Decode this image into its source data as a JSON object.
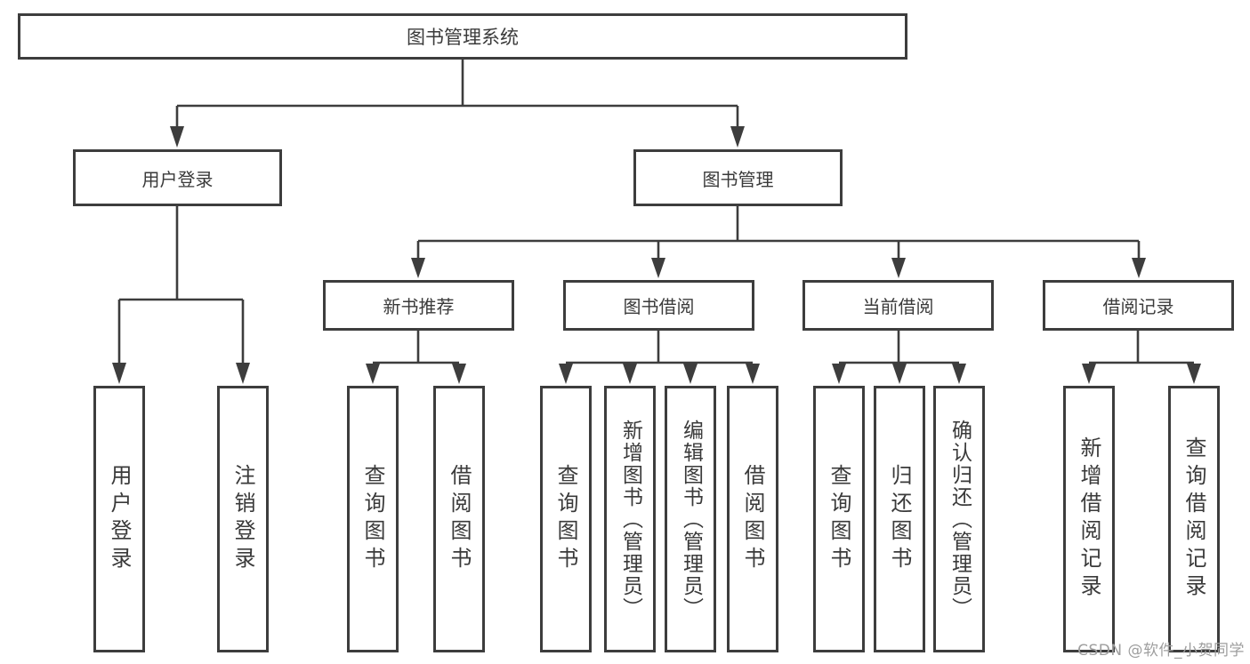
{
  "diagram": {
    "root": {
      "label": "图书管理系统",
      "children": [
        {
          "label": "用户登录",
          "children": [
            {
              "label": "用户登录"
            },
            {
              "label": "注销登录"
            }
          ]
        },
        {
          "label": "图书管理",
          "children": [
            {
              "label": "新书推荐",
              "children": [
                {
                  "label": "查询图书"
                },
                {
                  "label": "借阅图书"
                }
              ]
            },
            {
              "label": "图书借阅",
              "children": [
                {
                  "label": "查询图书"
                },
                {
                  "label": "新增图书（管理员）"
                },
                {
                  "label": "编辑图书（管理员）"
                },
                {
                  "label": "借阅图书"
                }
              ]
            },
            {
              "label": "当前借阅",
              "children": [
                {
                  "label": "查询图书"
                },
                {
                  "label": "归还图书"
                },
                {
                  "label": "确认归还（管理员）"
                }
              ]
            },
            {
              "label": "借阅记录",
              "children": [
                {
                  "label": "新增借阅记录"
                },
                {
                  "label": "查询借阅记录"
                }
              ]
            }
          ]
        }
      ]
    }
  },
  "watermark": {
    "text": "CSDN @软件_小贺同学"
  },
  "colors": {
    "line": "#3d3d3d",
    "text": "#3a3a3a",
    "watermark": "#9e9e9e",
    "background": "#ffffff"
  }
}
